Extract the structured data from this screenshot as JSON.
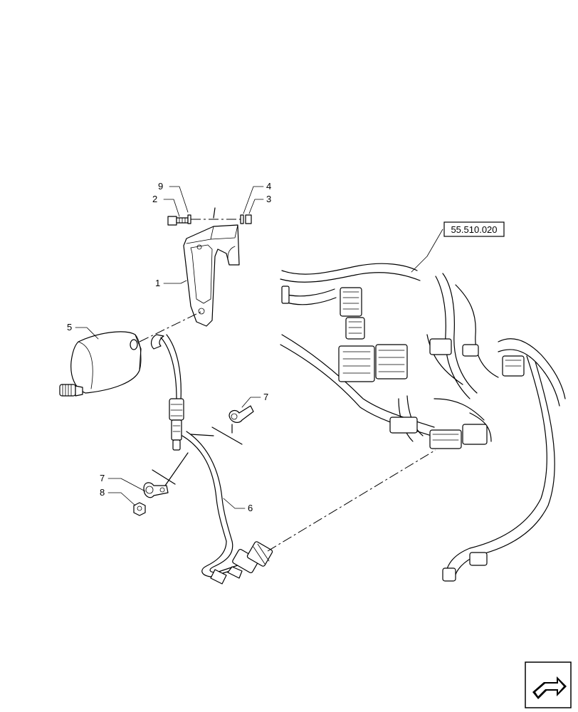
{
  "callouts": [
    {
      "id": "c9",
      "text": "9"
    },
    {
      "id": "c2",
      "text": "2"
    },
    {
      "id": "c4",
      "text": "4"
    },
    {
      "id": "c3",
      "text": "3"
    },
    {
      "id": "c1",
      "text": "1"
    },
    {
      "id": "c5",
      "text": "5"
    },
    {
      "id": "c7a",
      "text": "7"
    },
    {
      "id": "c7b",
      "text": "7"
    },
    {
      "id": "c8",
      "text": "8"
    },
    {
      "id": "c6",
      "text": "6"
    }
  ],
  "reference": {
    "text": "55.510.020"
  },
  "icons": {
    "next_page": "next-page-arrow-icon"
  }
}
